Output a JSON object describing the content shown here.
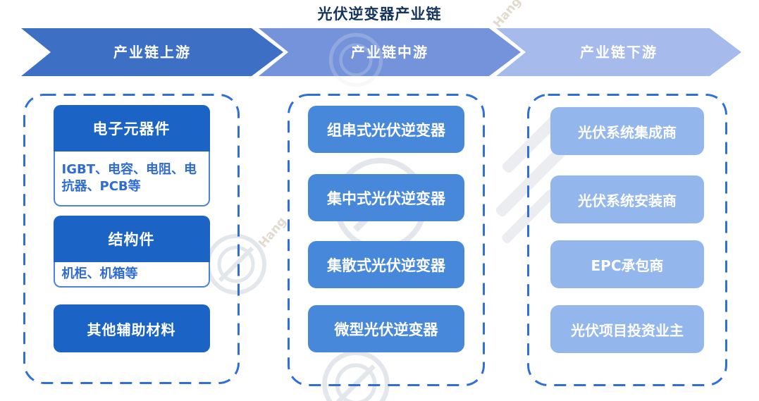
{
  "title": "光伏逆变器产业链",
  "stages": [
    {
      "label": "产业链上游"
    },
    {
      "label": "产业链中游"
    },
    {
      "label": "产业链下游"
    }
  ],
  "upstream": {
    "groups": [
      {
        "header": "电子元器件",
        "detail": "IGBT、电容、电阻、电抗器、PCB等"
      },
      {
        "header": "结构件",
        "detail": "机柜、机箱等"
      },
      {
        "header": "其他辅助材料"
      }
    ]
  },
  "midstream": {
    "items": [
      "组串式光伏逆变器",
      "集中式光伏逆变器",
      "集散式光伏逆变器",
      "微型光伏逆变器"
    ]
  },
  "downstream": {
    "items": [
      "光伏系统集成商",
      "光伏系统安装商",
      "EPC承包商",
      "光伏项目投资业主"
    ]
  },
  "colors": {
    "title_text": "#16355e",
    "stage_upstream": "#3d70c5",
    "stage_midstream": "#7493da",
    "stage_downstream": "#a6bbeb",
    "upstream_header_bg": "#1b63c4",
    "upstream_detail_border": "#4a83dd",
    "upstream_detail_text": "#2e6bd3",
    "midstream_box_bg": "#4788da",
    "downstream_box_bg": "#93b7ec",
    "dashed_border": "#2f6fd9",
    "box_text": "#ffffff"
  },
  "watermark": {
    "fragments": [
      "Hang",
      "Hang"
    ]
  }
}
